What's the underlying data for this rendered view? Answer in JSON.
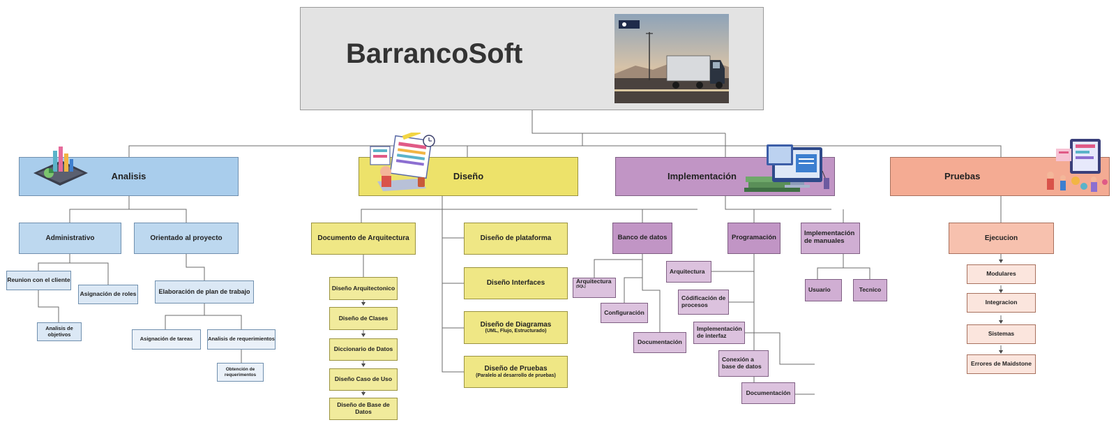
{
  "title": "BarrancoSoft",
  "photo": {
    "icon": "truck-photo-icon",
    "colors": {
      "sky": "#c9b9a6",
      "road": "#3a3634",
      "truck": "#2b3340"
    }
  },
  "branches": {
    "analisis": {
      "label": "Analisis",
      "color": "#a9cdec",
      "icon": "tablet-analytics-icon"
    },
    "diseno": {
      "label": "Diseño",
      "color": "#ede26a",
      "icon": "designer-desk-icon"
    },
    "implementacion": {
      "label": "Implementación",
      "color": "#c195c5",
      "icon": "computer-books-icon"
    },
    "pruebas": {
      "label": "Pruebas",
      "color": "#f4ab93",
      "icon": "testing-team-icon"
    }
  },
  "analisis": {
    "administrativo": "Administrativo",
    "orientado": "Orientado al proyecto",
    "reunion": "Reunion con el cliente",
    "asignacion_roles": "Asignación de roles",
    "analisis_objetivos": "Analisis de objetivos",
    "elaboracion": "Elaboración de plan de trabajo",
    "asignacion_tareas": "Asignación de tareas",
    "analisis_req": "Analisis de requerimientos",
    "obtencion_req": "Obtención de requerimentos"
  },
  "diseno": {
    "doc_arq": "Documento de Arquitectura",
    "arquitectonico": "Diseño Arquitectonico",
    "clases": "Diseño de Clases",
    "diccionario": "Diccionario de Datos",
    "caso_uso": "Diseño Caso de Uso",
    "base_datos": "Diseño de Base de Datos",
    "plataforma": "Diseño de plataforma",
    "interfaces": "Diseño Interfaces",
    "diagramas": "Diseño de Diagramas",
    "diagramas_sub": "(UML, Flujo, Estructurado)",
    "pruebas": "Diseño de Pruebas",
    "pruebas_sub": "(Paralelo al desarrollo de pruebas)"
  },
  "implementacion": {
    "banco": "Banco de datos",
    "arquitectura_banco": "Arquitectura",
    "arquitectura_banco_sub": "(SQL)",
    "configuracion": "Configuración",
    "documentacion_banco": "Documentación",
    "programacion": "Programación",
    "arquitectura_prog": "Arquitectura",
    "codificacion": "Códificación de procesos",
    "impl_interfaz": "Implementación de interfaz",
    "conexion": "Conexión a base de datos",
    "documentacion_prog": "Documentación",
    "manuales": "Implementación de manuales",
    "usuario": "Usuario",
    "tecnico": "Tecnico"
  },
  "pruebas": {
    "ejecucion": "Ejecucion",
    "modulares": "Modulares",
    "integracion": "Integracion",
    "sistemas": "Sistemas",
    "errores": "Errores de Maidstone"
  }
}
